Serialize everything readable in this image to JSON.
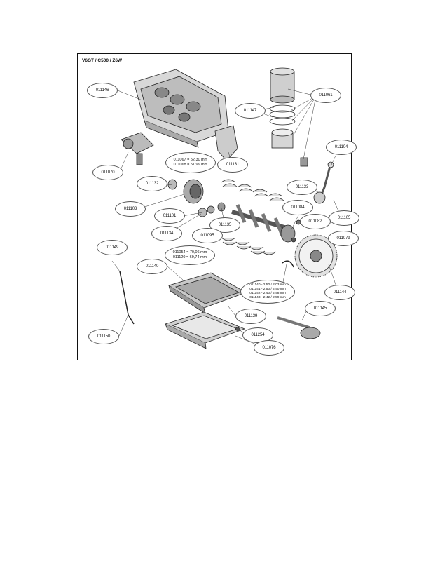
{
  "diagram": {
    "title": "V6GT / C500 / Z6W",
    "parts": {
      "p011146": "011146",
      "p011061": "011061",
      "p011147": "011147",
      "p011104": "011104",
      "p011070": "011070",
      "p011131": "011131",
      "p011132": "011132",
      "p011133": "011133",
      "p011103": "011103",
      "p011084": "011084",
      "p011105": "011105",
      "p011101": "011101",
      "p011082": "011082",
      "p011134": "011134",
      "p011135": "011135",
      "p011095": "011095",
      "p011079": "011079",
      "p011149": "011149",
      "p011140": "011140",
      "p011144": "011144",
      "p011145": "011145",
      "p011139": "011139",
      "p011150": "011150",
      "p011254": "011254",
      "p011076": "011076"
    },
    "notes": {
      "journal_small": [
        "011067 = 52,30 mm",
        "011068 = 51,99 mm"
      ],
      "journal_large": [
        "011054 = 70,06 mm",
        "011120 = 69,74 mm"
      ],
      "bearing_shells": [
        "011140 - 2,50 / 2,03 mm",
        "011141 - 2,50 / 2,40 mm",
        "011142 - 2,40 / 2,48 mm",
        "011143 - 2,42 / 2,59 mm"
      ]
    }
  }
}
